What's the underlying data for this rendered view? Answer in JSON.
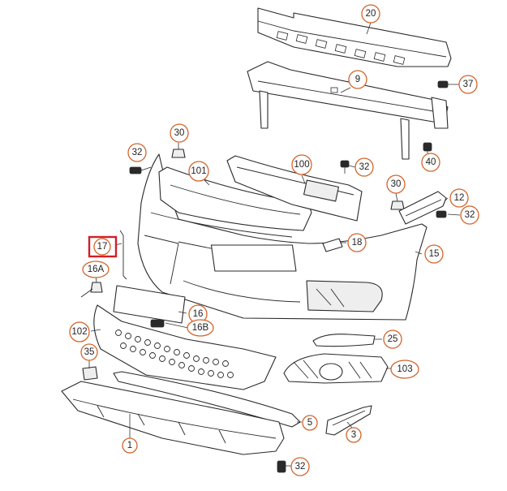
{
  "colors": {
    "callout_border": "#d2642a",
    "highlight": "#d21f26",
    "line": "#2a2a2a"
  },
  "callouts": {
    "c20": "20",
    "c9": "9",
    "c37": "37",
    "c40": "40",
    "c30a": "30",
    "c32a": "32",
    "c101": "101",
    "c100": "100",
    "c32b": "32",
    "c30b": "30",
    "c12": "12",
    "c32c": "32",
    "c17": "17",
    "c18": "18",
    "c15": "15",
    "c16A": "16A",
    "c16": "16",
    "c16B": "16B",
    "c102": "102",
    "c25": "25",
    "c35": "35",
    "c103": "103",
    "c5": "5",
    "c1": "1",
    "c3": "3",
    "c32d": "32"
  },
  "highlighted_callout": "17"
}
